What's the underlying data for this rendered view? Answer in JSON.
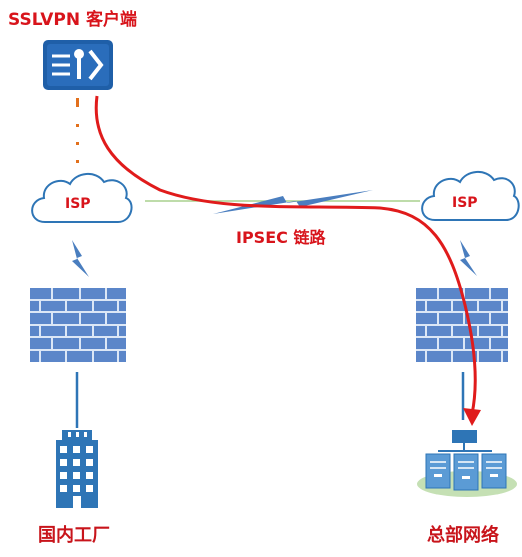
{
  "labels": {
    "sslvpn_client": "SSLVPN 客户端",
    "isp_left": "ISP",
    "isp_right": "ISP",
    "ipsec_link": "IPSEC 链路",
    "domestic_factory": "国内工厂",
    "hq_network": "总部网络"
  },
  "colors": {
    "label_red": "#d8141b",
    "vpn_path": "#e01b1b",
    "cloud_stroke": "#2e75b6",
    "firewall": "#5b86c9",
    "lightning": "#4a7ebf",
    "link_line": "#a8d08d",
    "client_icon": "#1f5fa8",
    "orange_dots": "#e2701c"
  },
  "icons": {
    "client": "vpn-client-icon",
    "cloud": "cloud-icon",
    "firewall": "firewall-icon",
    "building": "building-icon",
    "servers": "server-cluster-icon",
    "lightning": "lightning-icon"
  }
}
